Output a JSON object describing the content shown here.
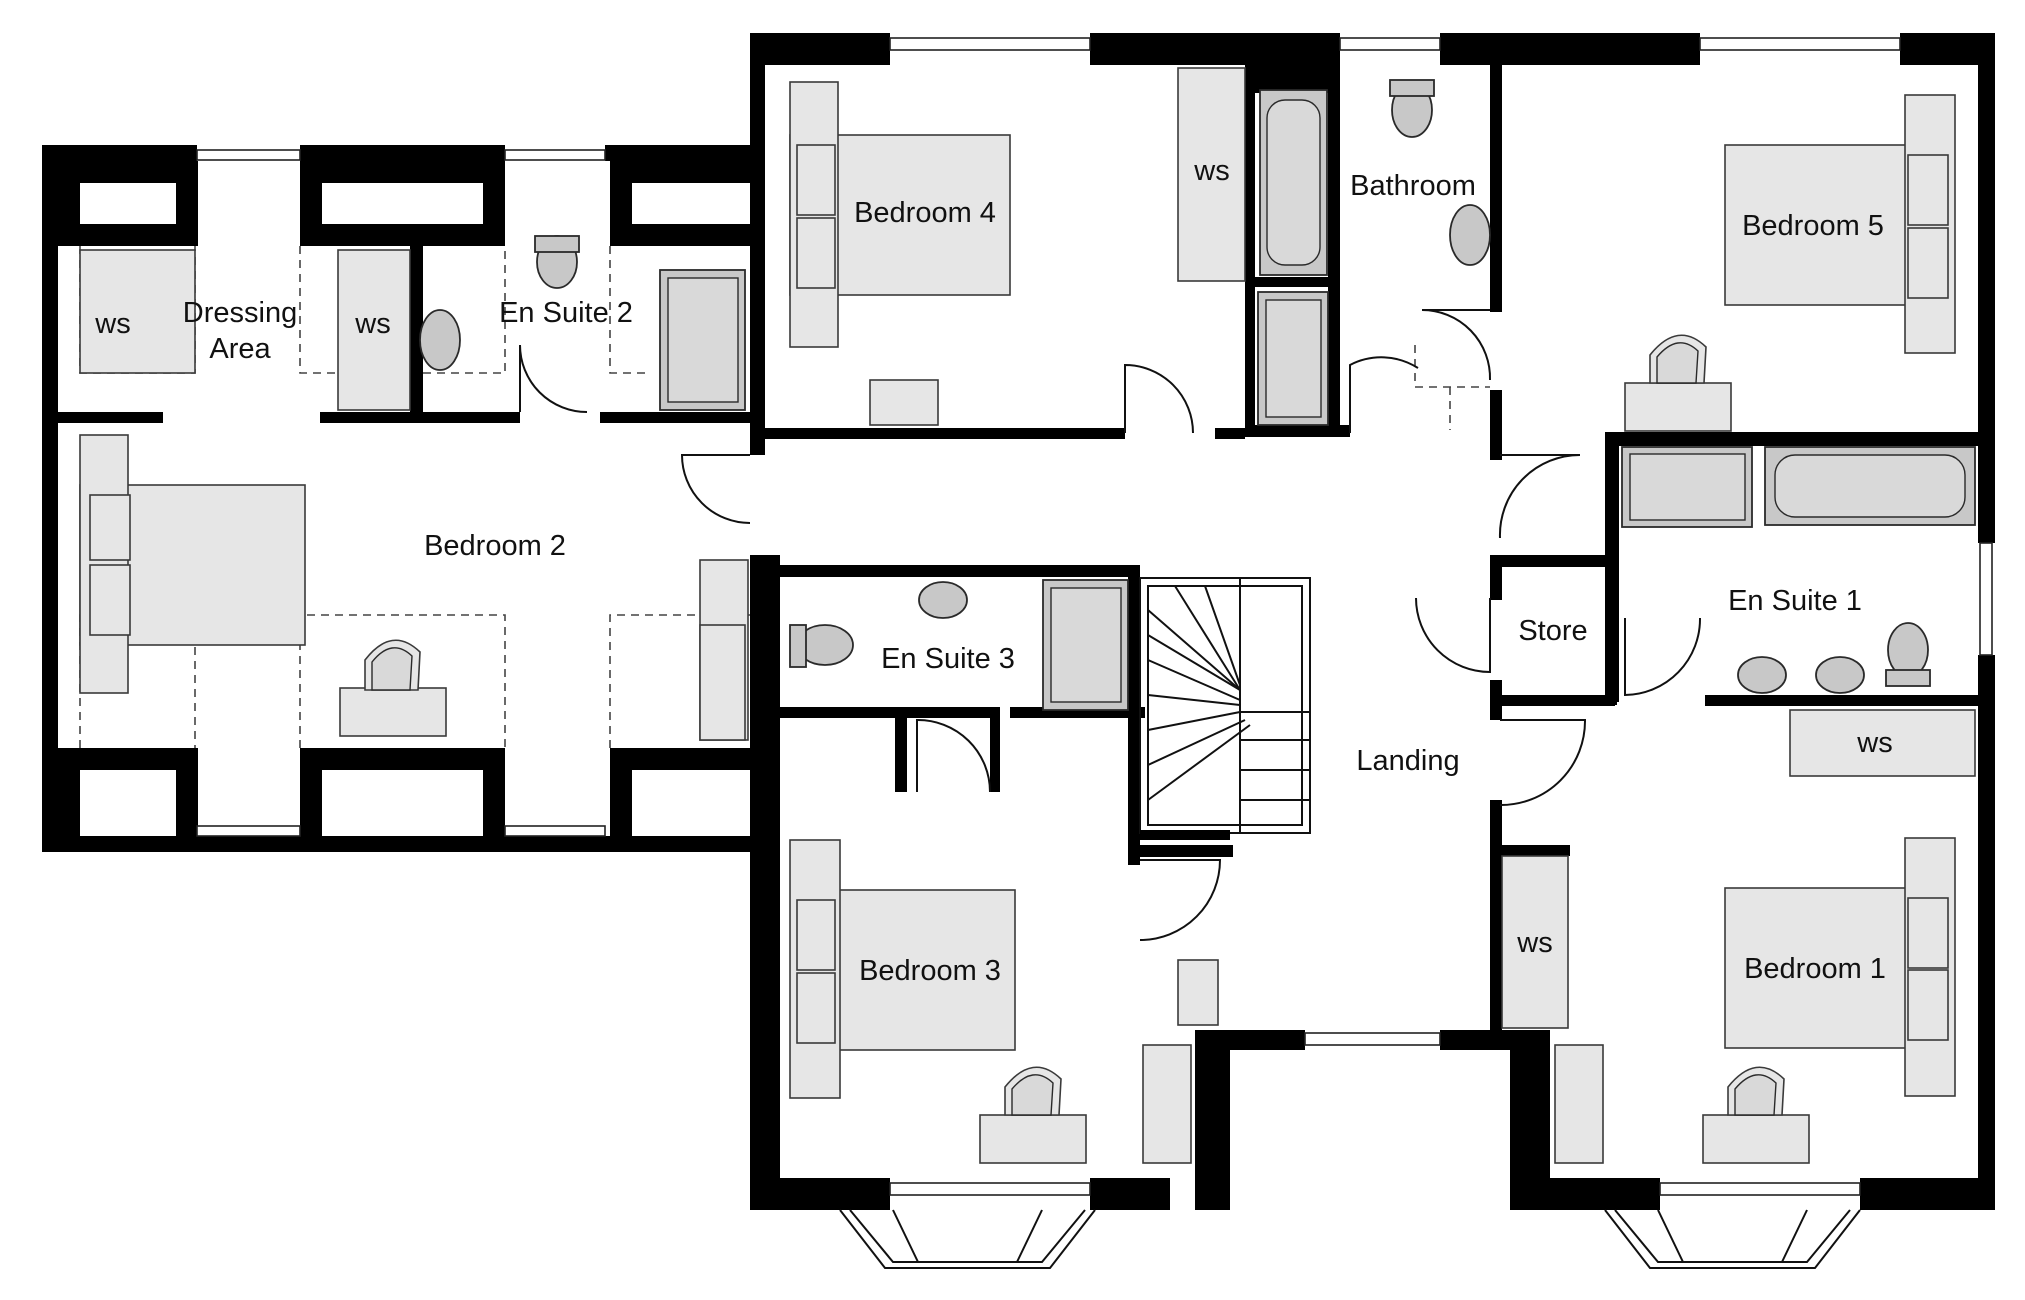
{
  "rooms": {
    "bedroom_1": "Bedroom 1",
    "bedroom_2": "Bedroom 2",
    "bedroom_3": "Bedroom 3",
    "bedroom_4": "Bedroom 4",
    "bedroom_5": "Bedroom 5",
    "en_suite_1": "En Suite 1",
    "en_suite_2": "En Suite 2",
    "en_suite_3": "En Suite 3",
    "bathroom": "Bathroom",
    "dressing_area_line1": "Dressing",
    "dressing_area_line2": "Area",
    "landing": "Landing",
    "store": "Store"
  },
  "wardrobe_label": "ws",
  "colors": {
    "wall": "#000000",
    "furniture_fill": "#e6e6e6",
    "fixture_fill": "#c8c8c8",
    "background": "#ffffff"
  }
}
